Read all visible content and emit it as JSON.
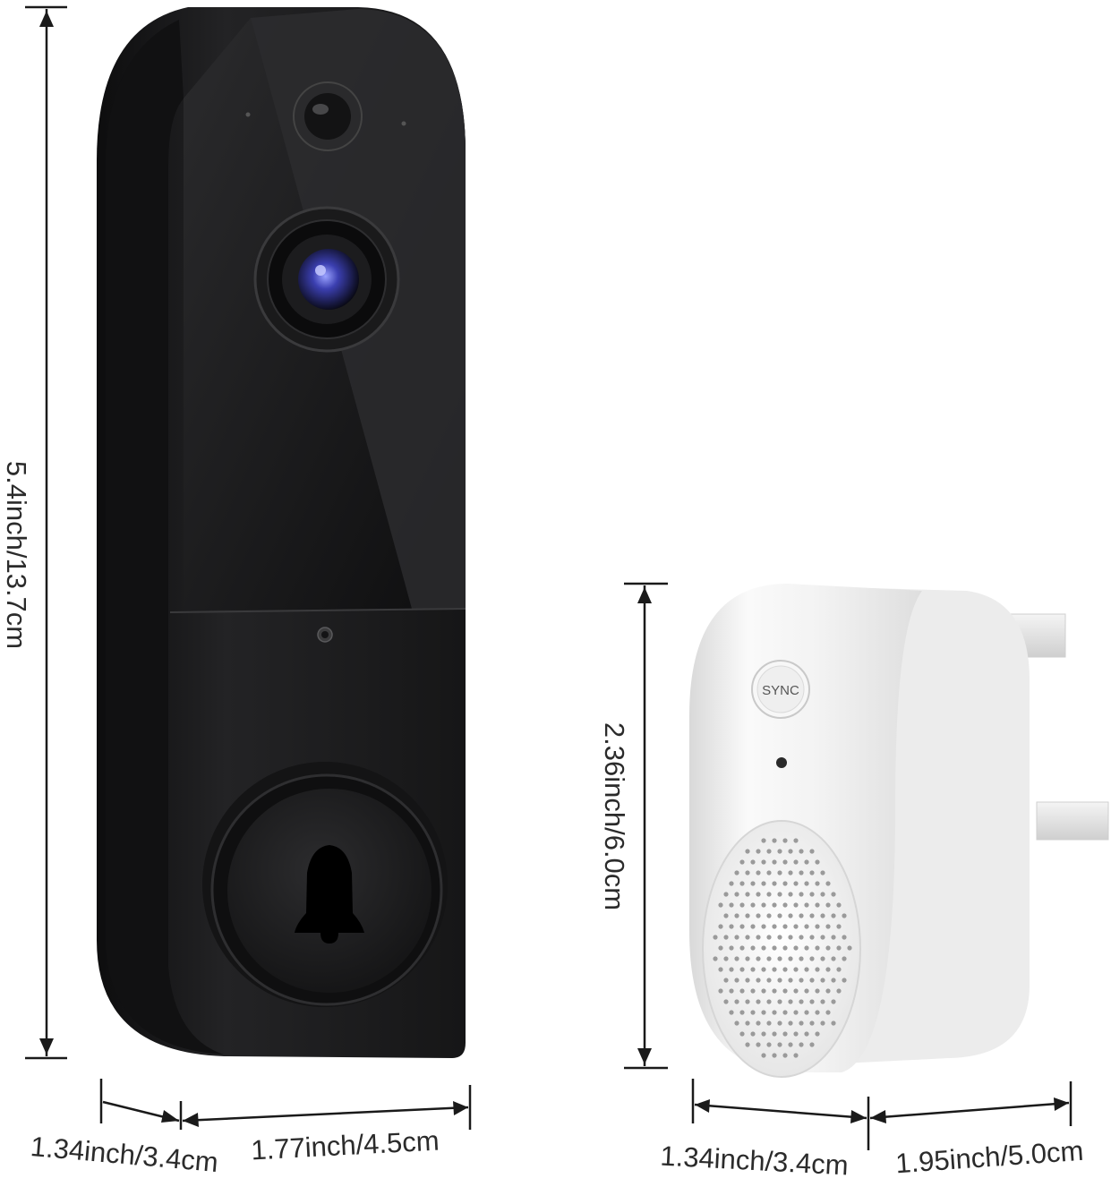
{
  "dimensions": {
    "doorbell_height": "5.4inch/13.7cm",
    "doorbell_depth": "1.34inch/3.4cm",
    "doorbell_width": "1.77inch/4.5cm",
    "chime_height": "2.36inch/6.0cm",
    "chime_depth": "1.34inch/3.4cm",
    "chime_width": "1.95inch/5.0cm"
  },
  "chime": {
    "sync_button_label": "SYNC"
  },
  "colors": {
    "doorbell_body": "#1b1b1d",
    "chime_body": "#f2f2f2",
    "lens_accent": "#3b3fb0"
  }
}
